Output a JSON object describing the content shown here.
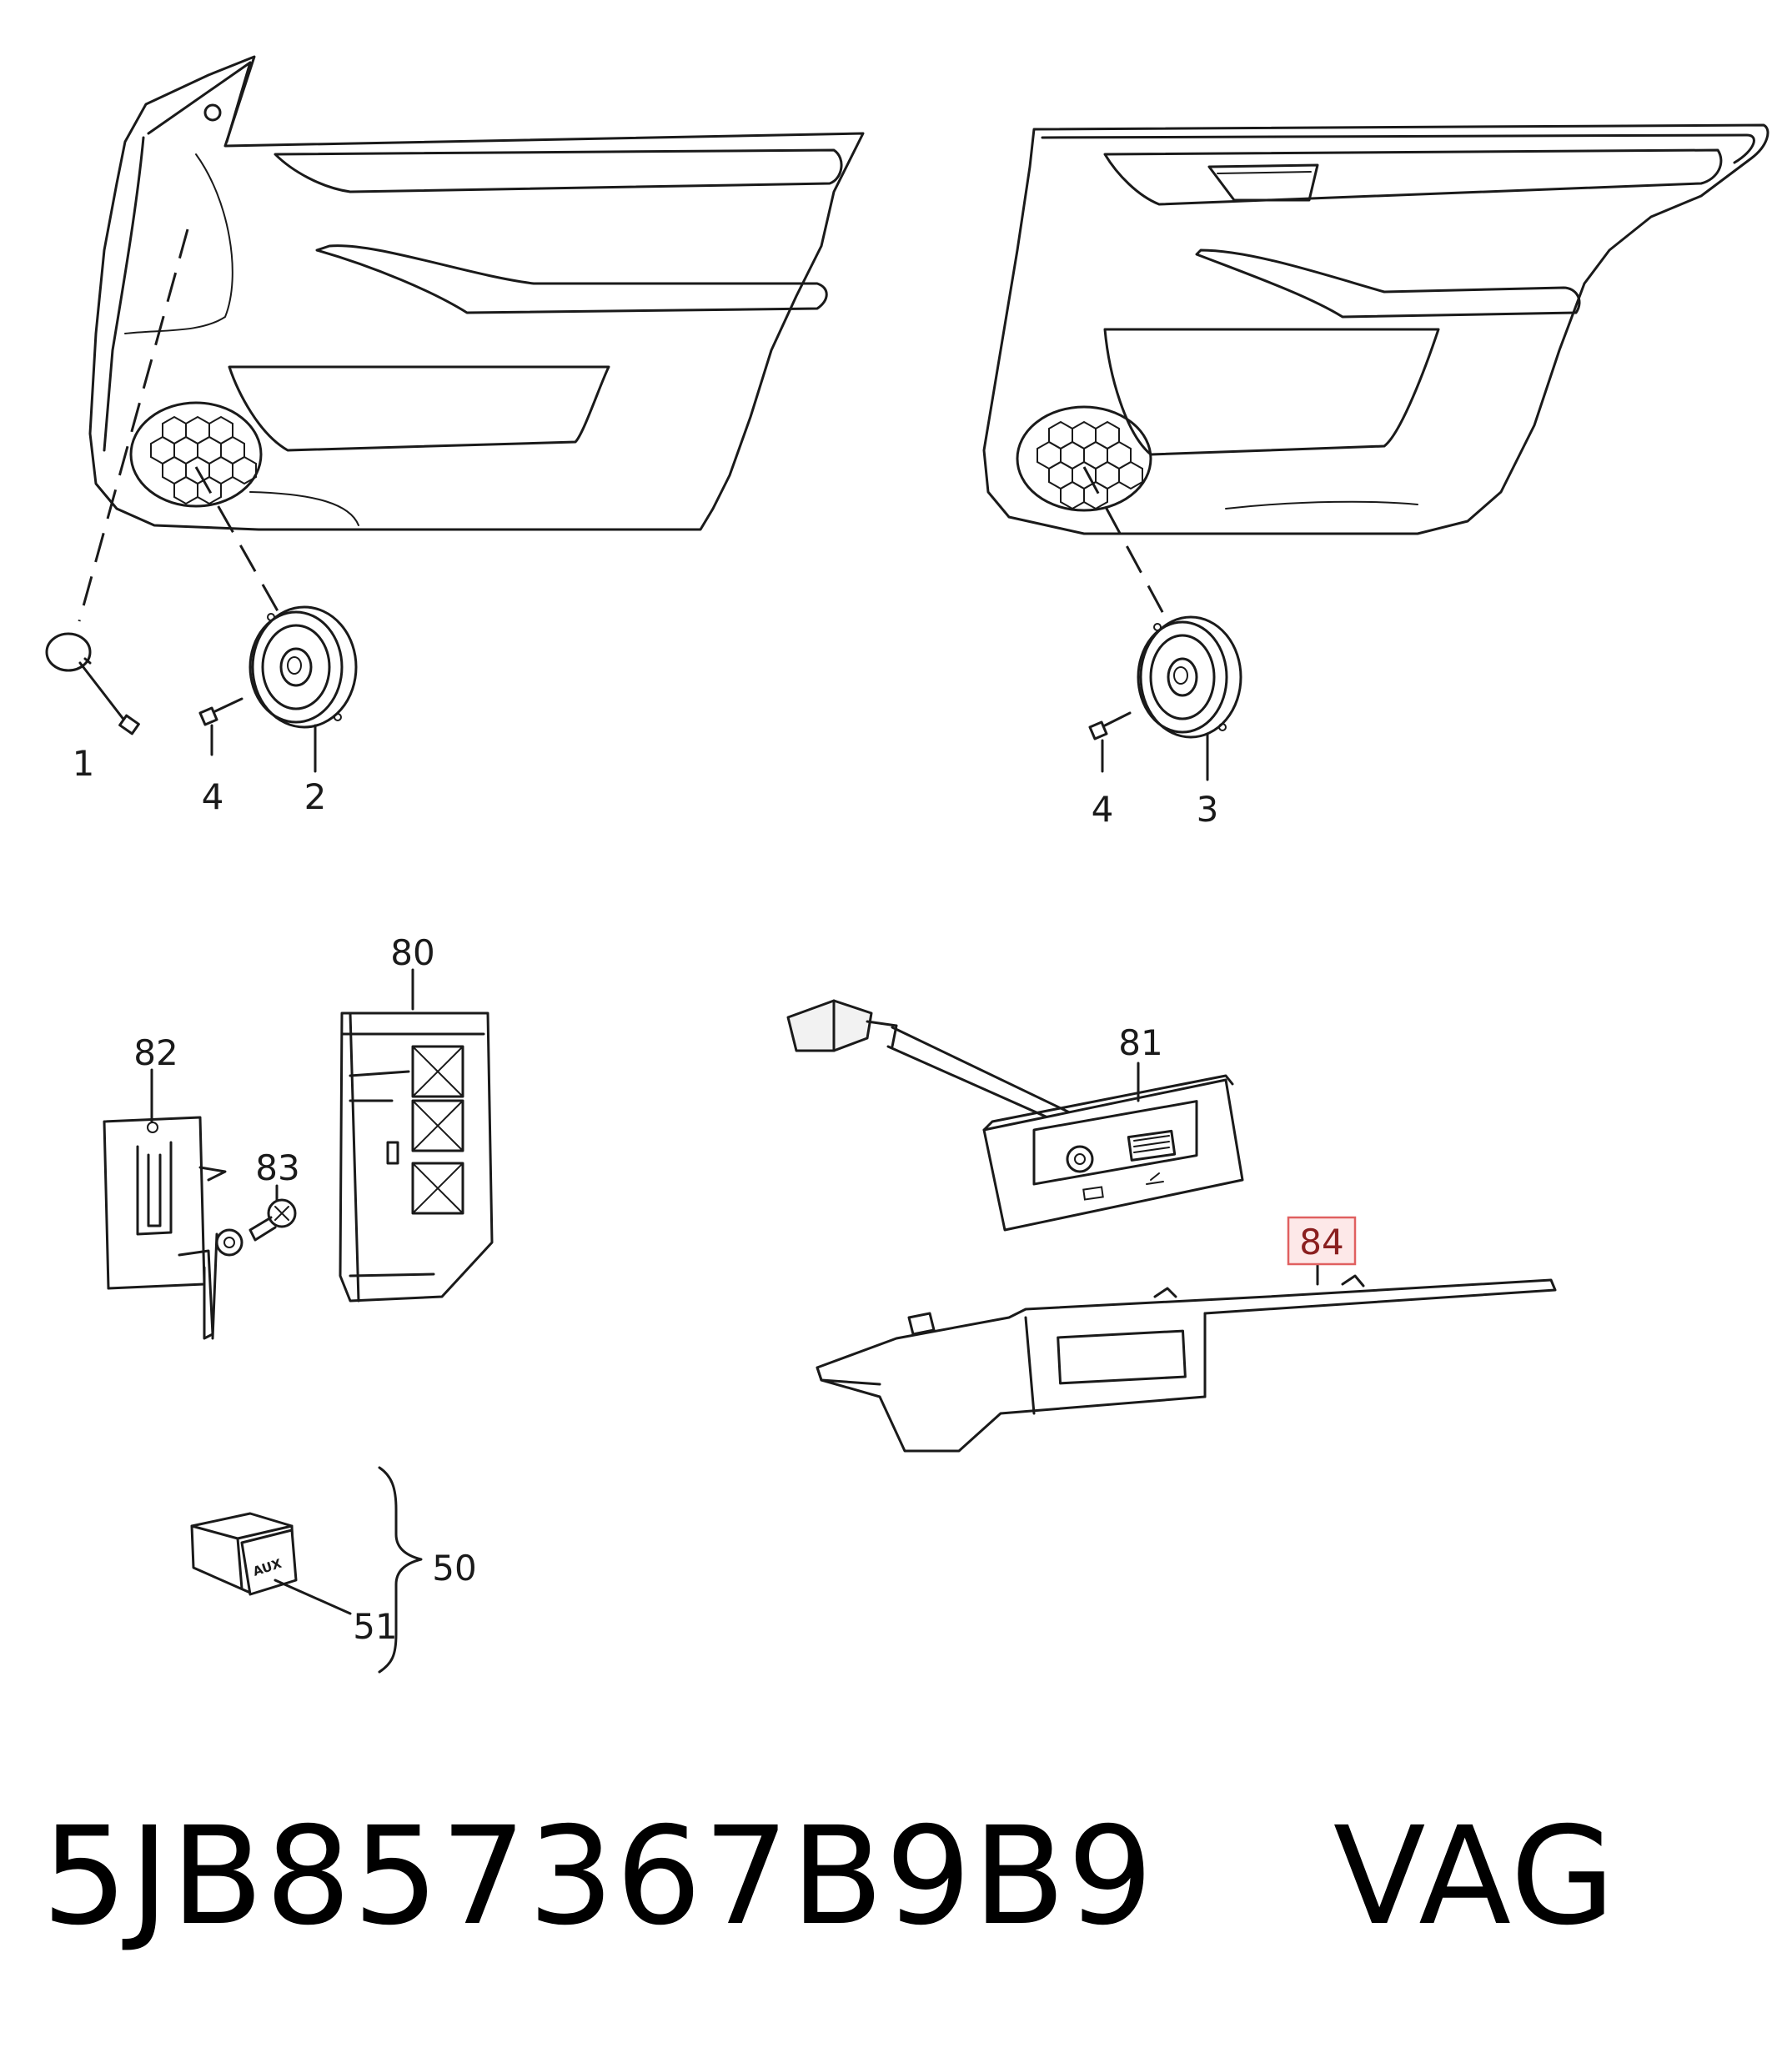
{
  "labels": {
    "p1": "1",
    "p2": "2",
    "p3": "3",
    "p4a": "4",
    "p4b": "4",
    "p50": "50",
    "p51": "51",
    "p80": "80",
    "p81": "81",
    "p82": "82",
    "p83": "83",
    "p84": "84"
  },
  "aux_text": "AUX",
  "caption": "5JB857367B9B9    VAG",
  "colors": {
    "line": "#1a1a1a",
    "highlight_fill": "#fde8e8",
    "highlight_stroke": "#e06060",
    "highlight_text": "#8a1f1f"
  }
}
